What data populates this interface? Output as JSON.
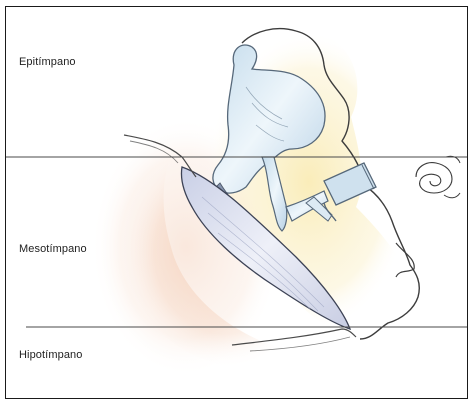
{
  "labels": {
    "epitympanum": "Epitímpano",
    "mesotympanum": "Mesotímpano",
    "hypotympanum": "Hipotímpano"
  },
  "colors": {
    "ossicles": "#d6e8f4",
    "ossicle_outline": "#5a6a78",
    "membrane": "#dde2f0",
    "halo_yellow": "#fbf0c4",
    "halo_pink": "#f6dccd",
    "divider_lines": "#444444"
  },
  "icons": {
    "cochlea": "cochlea-sketch-icon"
  }
}
